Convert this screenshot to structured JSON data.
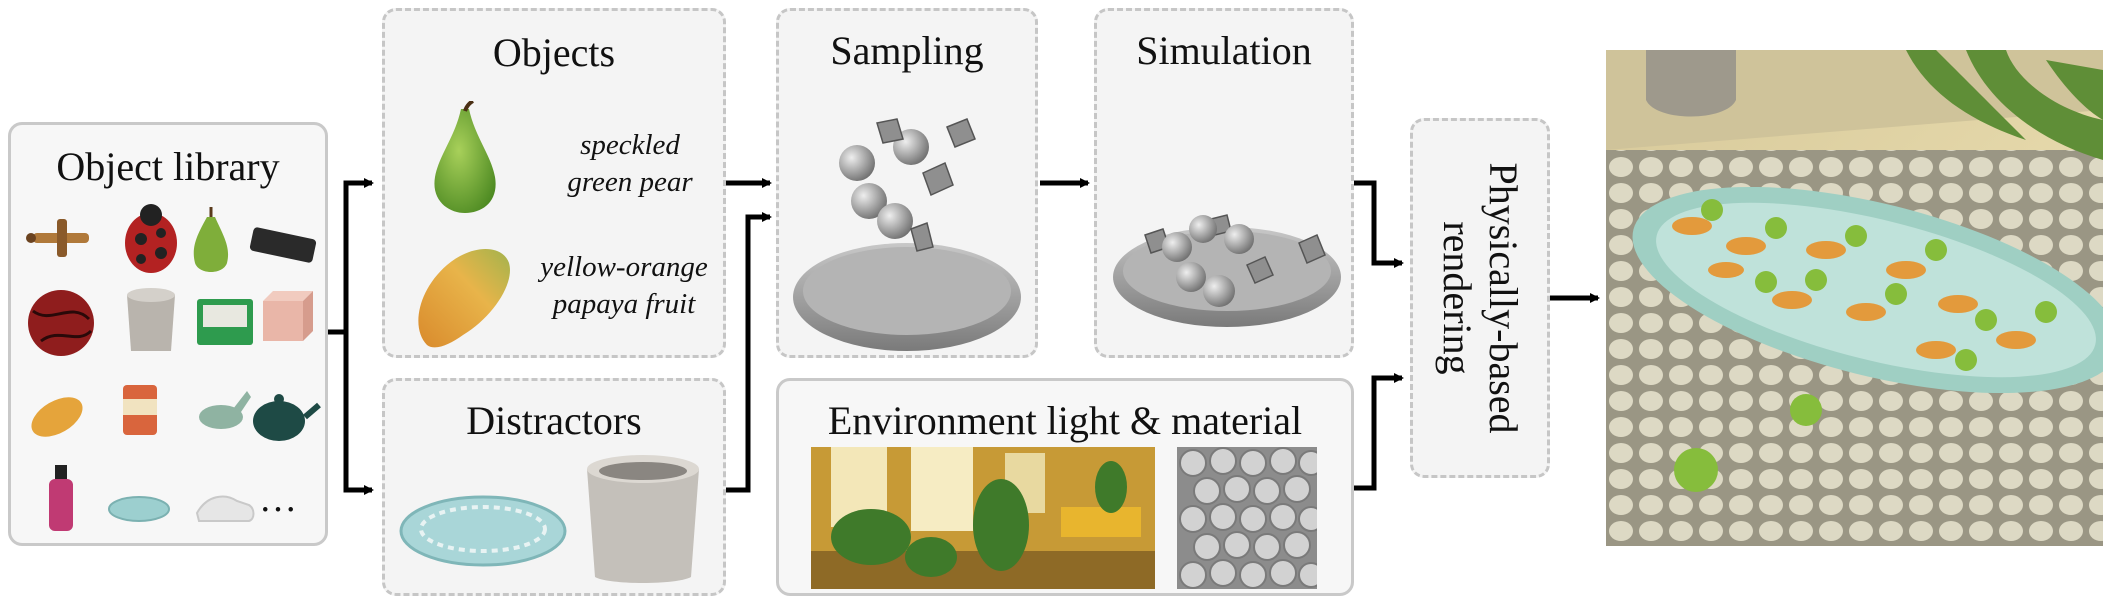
{
  "library": {
    "title": "Object library",
    "ellipsis": "…"
  },
  "objects": {
    "title": "Objects",
    "items": [
      {
        "caption_line1": "speckled",
        "caption_line2": "green pear"
      },
      {
        "caption_line1": "yellow-orange",
        "caption_line2": "papaya fruit"
      }
    ]
  },
  "distractors": {
    "title": "Distractors"
  },
  "sampling": {
    "title": "Sampling"
  },
  "simulation": {
    "title": "Simulation"
  },
  "environment": {
    "title": "Environment light & material"
  },
  "rendering": {
    "line1": "Physically-based",
    "line2": "rendering"
  }
}
